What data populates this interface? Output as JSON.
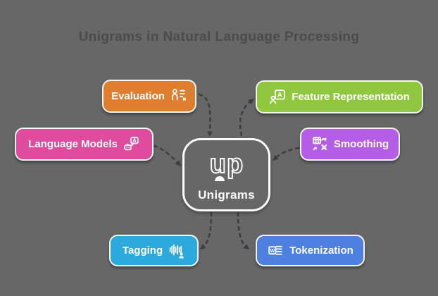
{
  "title": "Unigrams in Natural Language Processing",
  "colors": {
    "background": "#676767",
    "title_text": "#4b4b4b",
    "connector": "#3e3e3e",
    "box_border": "#f6f6f6",
    "box_text": "#ffffff",
    "center_fill": "#676767"
  },
  "center": {
    "label": "Unigrams",
    "logo_text": "up"
  },
  "nodes": [
    {
      "id": "evaluation",
      "label": "Evaluation",
      "color": "#df7e2e",
      "icon": "person-checklist-icon",
      "icon_side": "right"
    },
    {
      "id": "feature-representation",
      "label": "Feature Representation",
      "color": "#8fc73e",
      "icon": "letter-frame-robot-icon",
      "icon_side": "left",
      "icon_letter": "A"
    },
    {
      "id": "language-models",
      "label": "Language Models",
      "color": "#e04b9d",
      "icon": "robot-speech-bubble-icon",
      "icon_side": "right",
      "icon_letter": "A"
    },
    {
      "id": "smoothing",
      "label": "Smoothing",
      "color": "#b55de6",
      "icon": "table-transform-icon",
      "icon_side": "left"
    },
    {
      "id": "tagging",
      "label": "Tagging",
      "color": "#2caadd",
      "icon": "waveform-person-icon",
      "icon_side": "right"
    },
    {
      "id": "tokenization",
      "label": "Tokenization",
      "color": "#4e80e2",
      "icon": "word-document-icon",
      "icon_side": "left",
      "icon_letter": "W"
    }
  ],
  "connectors": [
    {
      "from": "evaluation",
      "to": "center",
      "style": "dashed-arrow"
    },
    {
      "from": "center",
      "to": "feature-representation",
      "style": "dashed-arrow"
    },
    {
      "from": "language-models",
      "to": "center",
      "style": "dashed-arrow"
    },
    {
      "from": "smoothing",
      "to": "center",
      "style": "dashed-arrow"
    },
    {
      "from": "center",
      "to": "tagging",
      "style": "dashed-arrow"
    },
    {
      "from": "center",
      "to": "tokenization",
      "style": "dashed-arrow"
    }
  ]
}
